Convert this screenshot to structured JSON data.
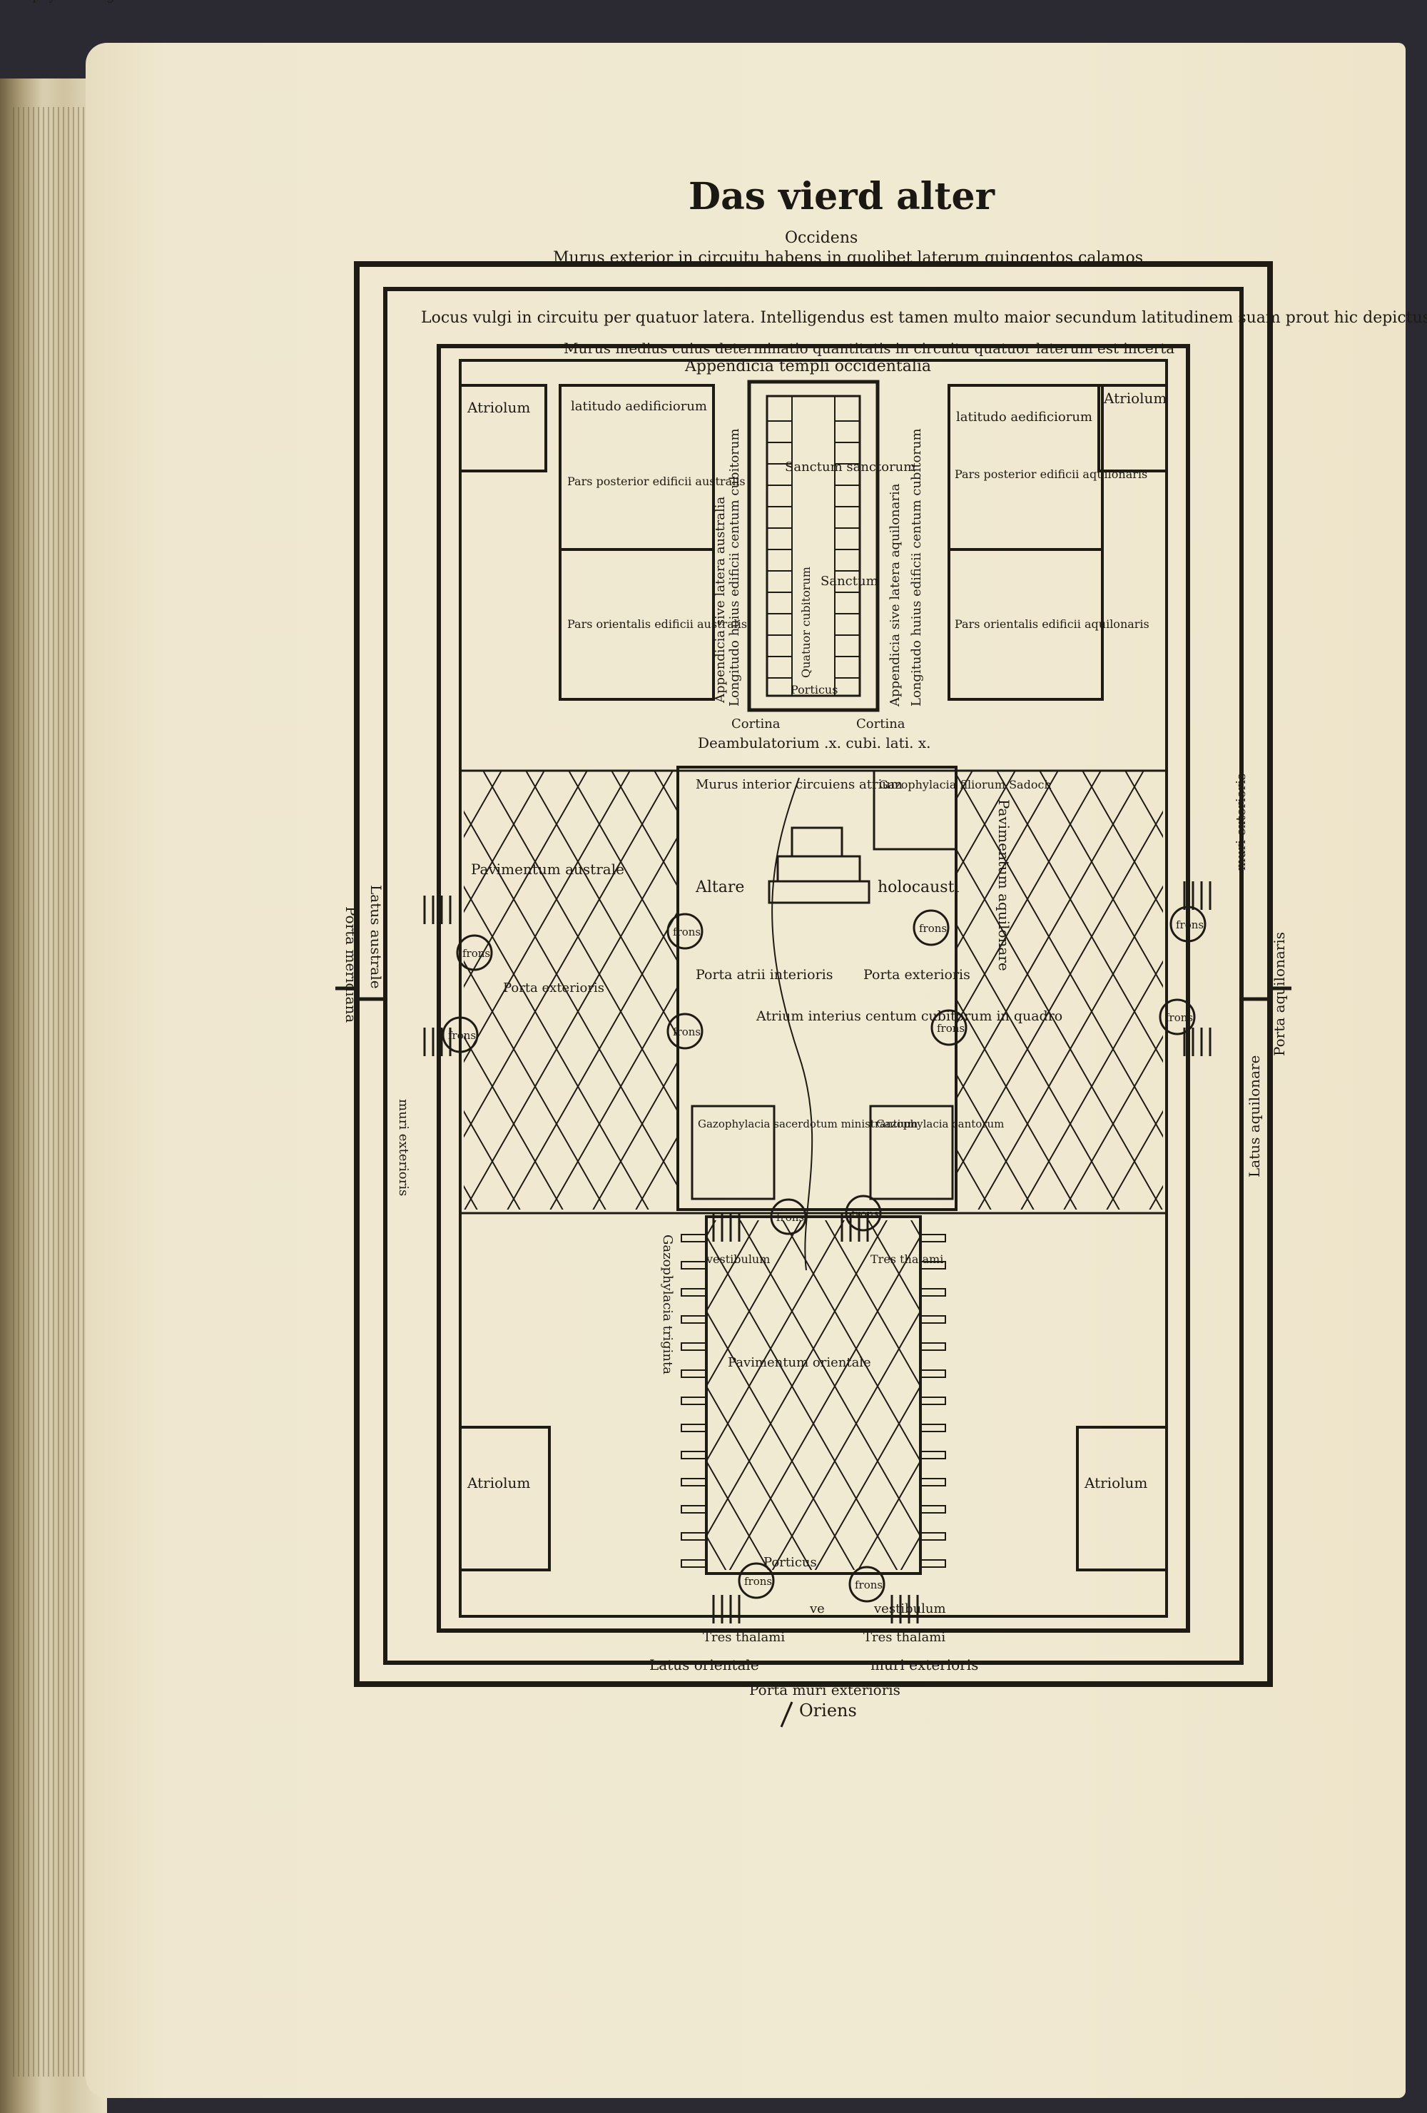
{
  "header": {
    "title": "Das vierd alter",
    "page_mark": "fo"
  },
  "diagram": {
    "compass_west": "Occidens",
    "compass_east": "Oriens",
    "outer_wall_top": "Murus exterior in circuitu habens in quolibet laterum quingentos calamos",
    "court_caption": "Locus vulgi in circuitu per quatuor latera. Intelligendus est tamen multo maior secundum latitudinem suam prout hic depictus",
    "middle_wall_caption": "Murus medius cuius determinatio quantitatis in circuitu quatuor laterum est incerta",
    "appendix_west": "Appendicia templi occidentalia",
    "atriolum": "Atriolum",
    "latitudo_aedificiorum": "latitudo aedificiorum",
    "pars_posterior_australis": "Pars posterior edificii australis",
    "pars_orientalis_australis": "Pars orientalis edificii australis",
    "pars_posterior_aquilonaris": "Pars posterior edificii aquilonaris",
    "pars_orientalis_aquilonaris": "Pars orientalis edificii aquilonaris",
    "sanctum_sanctorum": "Sanctum sanctorum",
    "sanctum": "Sanctum",
    "longitudo_vertical_left": "Longitudo huius edificii centum cubitorum",
    "appendicia_australia": "Appendicia sive latera australia",
    "longitudo_vertical_right": "Longitudo huius edificii centum cubitorum",
    "appendicia_aquilonaria": "Appendicia sive latera aquilonaria",
    "quatuor_cubitorum": "Quatuor cubitorum",
    "porticus": "Porticus",
    "cortina_left": "Cortina",
    "cortina_right": "Cortina",
    "deambulatorium": "Deambulatorium .x. cubi. lati. x.",
    "murus_interior": "Murus interior circuiens atrium",
    "gazophylacia_sadoch": "Gazophylacia filiorum Sadoch",
    "altare": "Altare",
    "holocausti": "holocausti",
    "pavimentum_australe": "Pavimentum australe",
    "pavimentum_aquilonare": "Pavimentum aquilonare",
    "porta_atrii_interioris": "Porta atrii interioris",
    "porta_exterior": "Porta exterioris",
    "atrium_interius": "Atrium interius centum cubitorum in quadro",
    "gazophylacia_sacerdotum": "Gazophylacia sacerdotum ministrantium",
    "gazophylacia_cantorum": "Gazophylacia cantorum",
    "frons": "frons",
    "vestibulum": "vestibulum",
    "tres_thalami": "Tres thalami",
    "latus_australe": "Latus australe",
    "latus_aquilonare": "Latus aquilonare",
    "porta_meridiana": "Porta meridiana",
    "porta_aquilonaris": "Porta aquilonaris",
    "muri_exterioris": "muri exterioris",
    "pavimentum_orientale": "Pavimentum orientale",
    "gazophylacia_triginta": "Gazophylacia triginta",
    "latus_orientale": "Latus orientale",
    "porta_muri_exterioris": "Porta muri exterioris",
    "vestibulum_ve": "ve",
    "porticus_bottom": "Porticus"
  }
}
